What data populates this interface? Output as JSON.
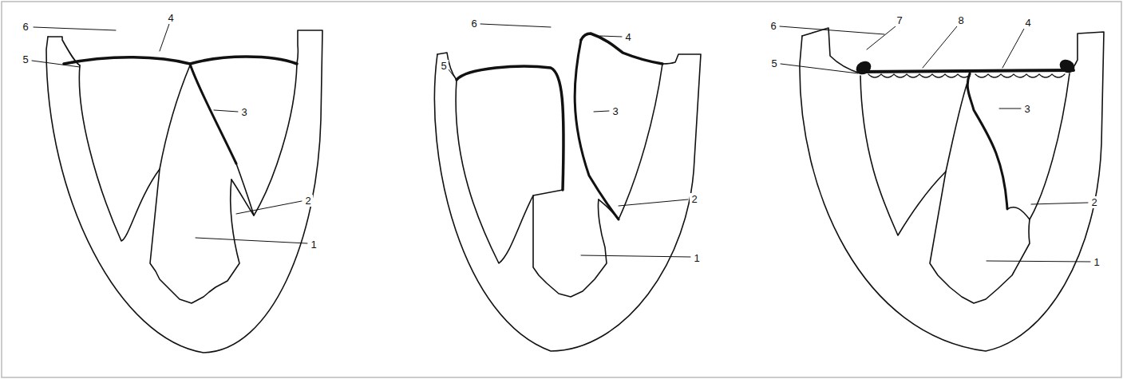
{
  "diagram": {
    "labels": [
      "6",
      "4",
      "5",
      "3",
      "2",
      "1",
      "6",
      "4",
      "5",
      "3",
      "2",
      "1",
      "6",
      "7",
      "8",
      "4",
      "5",
      "3",
      "2",
      "1"
    ]
  }
}
